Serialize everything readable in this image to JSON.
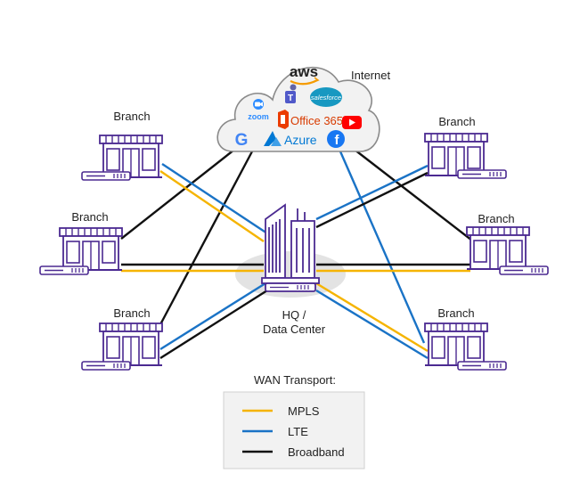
{
  "internet": {
    "label": "Internet",
    "services": {
      "aws": "aws",
      "salesforce": "salesforce",
      "zoom": "zoom",
      "office365": "Office 365",
      "azure": "Azure",
      "google": "G",
      "facebook": "f"
    }
  },
  "hq": {
    "line1": "HQ /",
    "line2": "Data Center"
  },
  "branches": {
    "top_left": "Branch",
    "mid_left": "Branch",
    "bottom_left": "Branch",
    "top_right": "Branch",
    "mid_right": "Branch",
    "bottom_right": "Branch"
  },
  "legend": {
    "title": "WAN Transport:",
    "items": [
      {
        "label": "MPLS",
        "color": "#f5b400"
      },
      {
        "label": "LTE",
        "color": "#1a73c6"
      },
      {
        "label": "Broadband",
        "color": "#111111"
      }
    ]
  },
  "colors": {
    "mpls": "#f5b400",
    "lte": "#1a73c6",
    "broadband": "#111111",
    "building": "#4b2a91",
    "building_fill": "#ffffff",
    "hq_halo": "#e3e3e3",
    "cloud_fill": "#f2f2f2",
    "cloud_stroke": "#8a8a8a"
  }
}
